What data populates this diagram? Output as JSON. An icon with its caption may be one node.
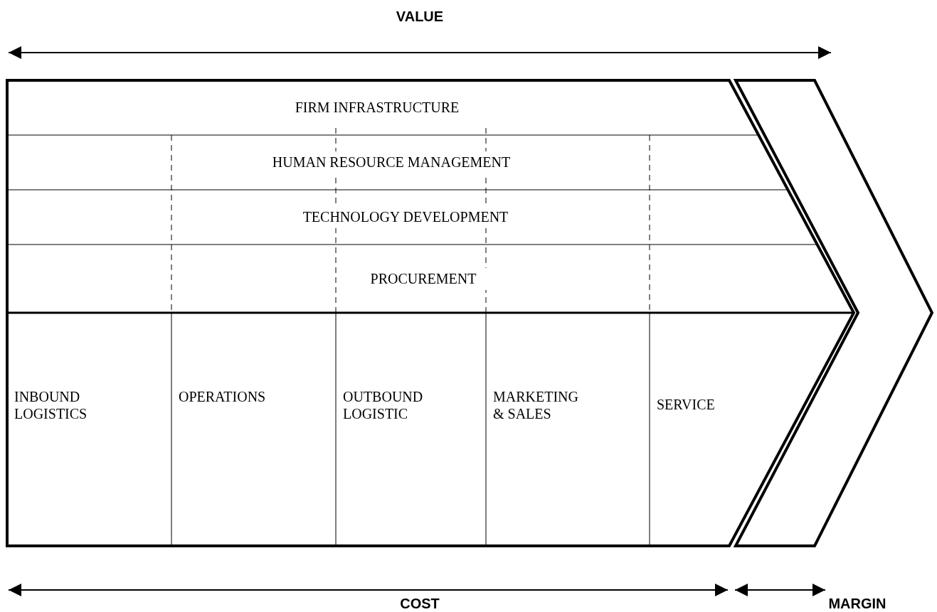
{
  "diagram": {
    "nodes": [
      {
        "text": [
          "FIRM INFRASTRUCTURE"
        ]
      },
      {
        "text": [
          "HUMAN RESOURCE MANAGEMENT"
        ]
      },
      {
        "text": [
          "TECHNOLOGY DEVELOPMENT"
        ]
      },
      {
        "text": [
          "PROCUREMENT"
        ]
      },
      {
        "text": [
          "INBOUND LOGISTICS"
        ]
      },
      {
        "text": [
          "OPERATIONS"
        ]
      },
      {
        "text": [
          "OUTBOUND LOGISTIC"
        ]
      },
      {
        "text": [
          "MARKETING & SALES"
        ]
      },
      {
        "text": [
          "SERVICE"
        ]
      },
      {
        "text": [],
        "shape": "chevron"
      }
    ],
    "edges": [],
    "labels": [
      "VALUE",
      "COST",
      "MARGIN"
    ]
  }
}
